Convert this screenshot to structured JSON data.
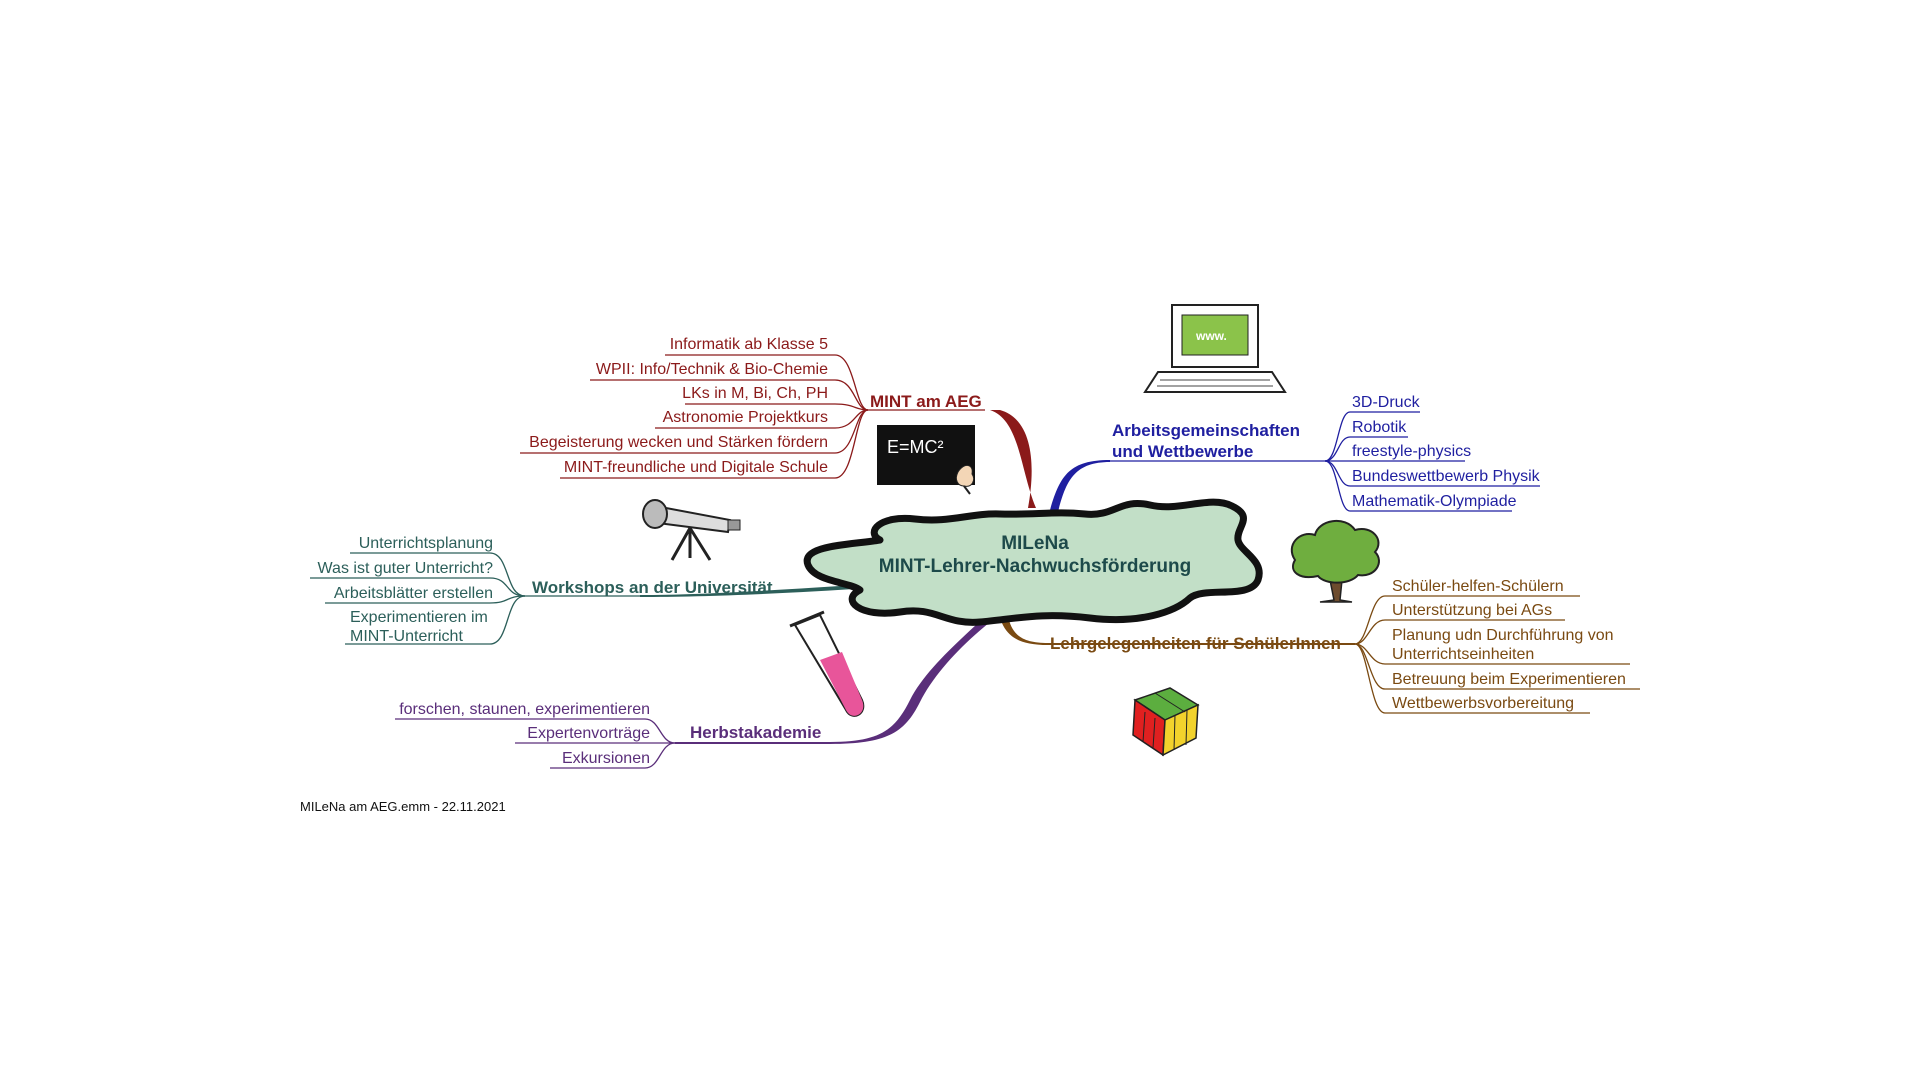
{
  "center": {
    "line1": "MILeNa",
    "line2": "MINT-Lehrer-Nachwuchsförderung"
  },
  "branches": {
    "mint_aeg": {
      "title": "MINT am AEG",
      "color": "#8B1A1A",
      "items": [
        "Informatik ab Klasse 5",
        "WPII: Info/Technik & Bio-Chemie",
        "LKs in M, Bi, Ch, PH",
        "Astronomie Projektkurs",
        "Begeisterung wecken und Stärken fördern",
        "MINT-freundliche und Digitale Schule"
      ]
    },
    "ag": {
      "title_line1": "Arbeitsgemeinschaften",
      "title_line2": "und Wettbewerbe",
      "color": "#1F1FA0",
      "items": [
        "3D-Druck",
        "Robotik",
        "freestyle-physics",
        "Bundeswettbewerb Physik",
        "Mathematik-Olympiade"
      ]
    },
    "workshops": {
      "title": "Workshops an der Universität",
      "color": "#2C5F5A",
      "items": [
        "Unterrichtsplanung",
        "Was ist guter Unterricht?",
        "Arbeitsblätter erstellen"
      ],
      "item4_line1": "Experimentieren im",
      "item4_line2": "MINT-Unterricht"
    },
    "lehr": {
      "title": "Lehrgelegenheiten für SchülerInnen",
      "color": "#7A4A12",
      "items": [
        "Schüler-helfen-Schülern",
        "Unterstützung bei AGs"
      ],
      "item3_line1": "Planung udn Durchführung von",
      "item3_line2": "Unterrichtseinheiten",
      "items_rest": [
        "Betreuung beim Experimentieren",
        "Wettbewerbsvorbereitung"
      ]
    },
    "herbst": {
      "title": "Herbstakademie",
      "color": "#5A2E7A",
      "items": [
        "forschen, staunen, experimentieren",
        "Expertenvorträge",
        "Exkursionen"
      ]
    }
  },
  "images": {
    "blackboard_text": "E=MC²",
    "computer_text": "www."
  },
  "footer": "MILeNa am AEG.emm - 22.11.2021"
}
